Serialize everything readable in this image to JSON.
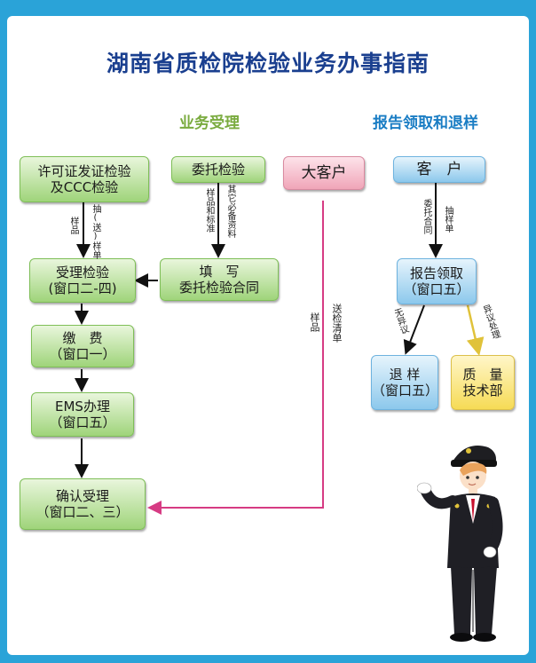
{
  "title": "湖南省质检院检验业务办事指南",
  "sections": {
    "left": "业务受理",
    "right": "报告领取和退样"
  },
  "nodes": {
    "license": [
      "许可证发证检验",
      "及CCC检验"
    ],
    "entrust": [
      "委托检验"
    ],
    "bigclient": [
      "大客户"
    ],
    "client": [
      "客　户"
    ],
    "accept": [
      "受理检验",
      "(窗口二-四)"
    ],
    "fill": [
      "填　写",
      "委托检验合同"
    ],
    "pay": [
      "缴　费",
      "（窗口一）"
    ],
    "ems": [
      "EMS办理",
      "（窗口五）"
    ],
    "confirm": [
      "确认受理",
      "（窗口二、三）"
    ],
    "report": [
      "报告领取",
      "（窗口五）"
    ],
    "return": [
      "退  样",
      "（窗口五）"
    ],
    "quality": [
      "质　量",
      "技术部"
    ]
  },
  "edge_labels": {
    "license_a": "样品",
    "license_b": "抽(送)样单",
    "entrust_a": "样品和标准",
    "entrust_b": "其它必备资料",
    "bigclient_a": "样品",
    "bigclient_b": "送检清单",
    "client_a": "委托合同",
    "client_b": "抽样单",
    "report_left": "无异议",
    "report_right": "异议处理"
  },
  "colors": {
    "frame": "#2aa3d8",
    "title": "#1a3f8f",
    "section_left": "#7aab3f",
    "section_right": "#1a7dc4",
    "pink_line": "#d63b83"
  }
}
